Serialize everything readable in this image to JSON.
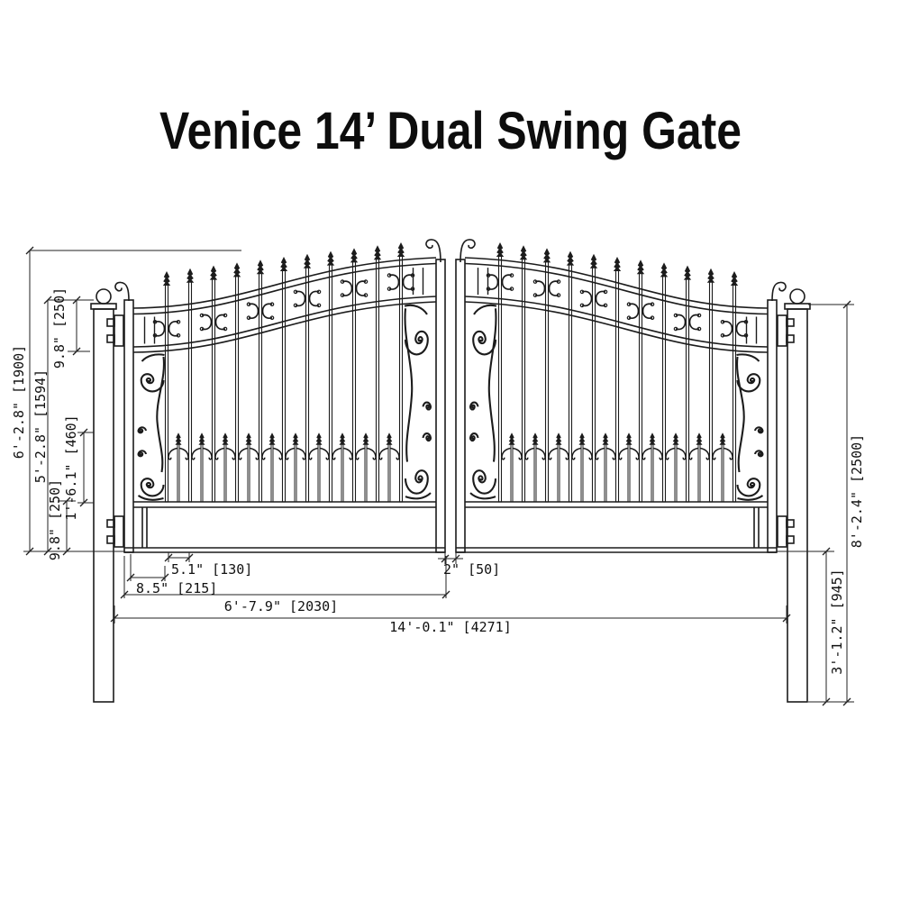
{
  "title": "Venice 14’ Dual Swing Gate",
  "drawing": {
    "dimensions": {
      "left": {
        "overall_height": "6'-2.8\" [1900]",
        "leaf_height": "5'-2.8\" [1594]",
        "top_band_height": "9.8\" [250]",
        "picket_section_height": "1'-6.1\" [460]",
        "bottom_section_height": "9.8\" [250]"
      },
      "right": {
        "post_height": "8'-2.4\" [2500]",
        "post_below_gate": "3'-1.2\" [945]"
      },
      "bottom": {
        "picket_spacing": "5.1\" [130]",
        "edge_offset": "8.5\" [215]",
        "leaf_width": "6'-7.9\" [2030]",
        "center_gap": "2\" [50]",
        "overall_width": "14'-0.1\" [4271]"
      }
    }
  }
}
